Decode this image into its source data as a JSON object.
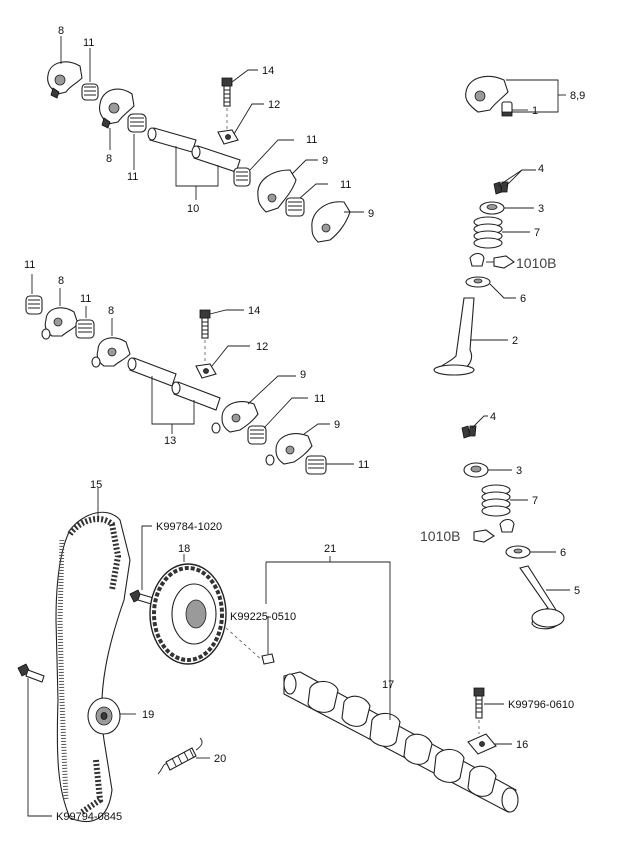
{
  "diagram": {
    "labels": {
      "l8_top": "8",
      "l11_top": "11",
      "l8_mid": "8",
      "l11_mid": "11",
      "l10": "10",
      "l14_top": "14",
      "l12_top": "12",
      "l11_right1": "11",
      "l9_top1": "9",
      "l11_right2": "11",
      "l9_top2": "9",
      "l89": "8,9",
      "l1": "1",
      "l4_top": "4",
      "l3_top": "3",
      "l7_top": "7",
      "l1010b_top": "1010B",
      "l6_top": "6",
      "l2": "2",
      "l11_b1": "11",
      "l8_b1": "8",
      "l11_b2": "11",
      "l8_b2": "8",
      "l14_bot": "14",
      "l12_bot": "12",
      "l9_b1": "9",
      "l11_b3": "11",
      "l13": "13",
      "l9_b2": "9",
      "l11_b4": "11",
      "l4_bot": "4",
      "l3_bot": "3",
      "l7_bot": "7",
      "l1010b_bot": "1010B",
      "l6_bot": "6",
      "l5": "5",
      "l15": "15",
      "k1020": "K99784-1020",
      "l18": "18",
      "l21": "21",
      "k0510": "K99225-0510",
      "l17": "17",
      "l19": "19",
      "l20": "20",
      "k0610": "K99796-0610",
      "l16": "16",
      "k0845": "K99794-0845"
    }
  }
}
